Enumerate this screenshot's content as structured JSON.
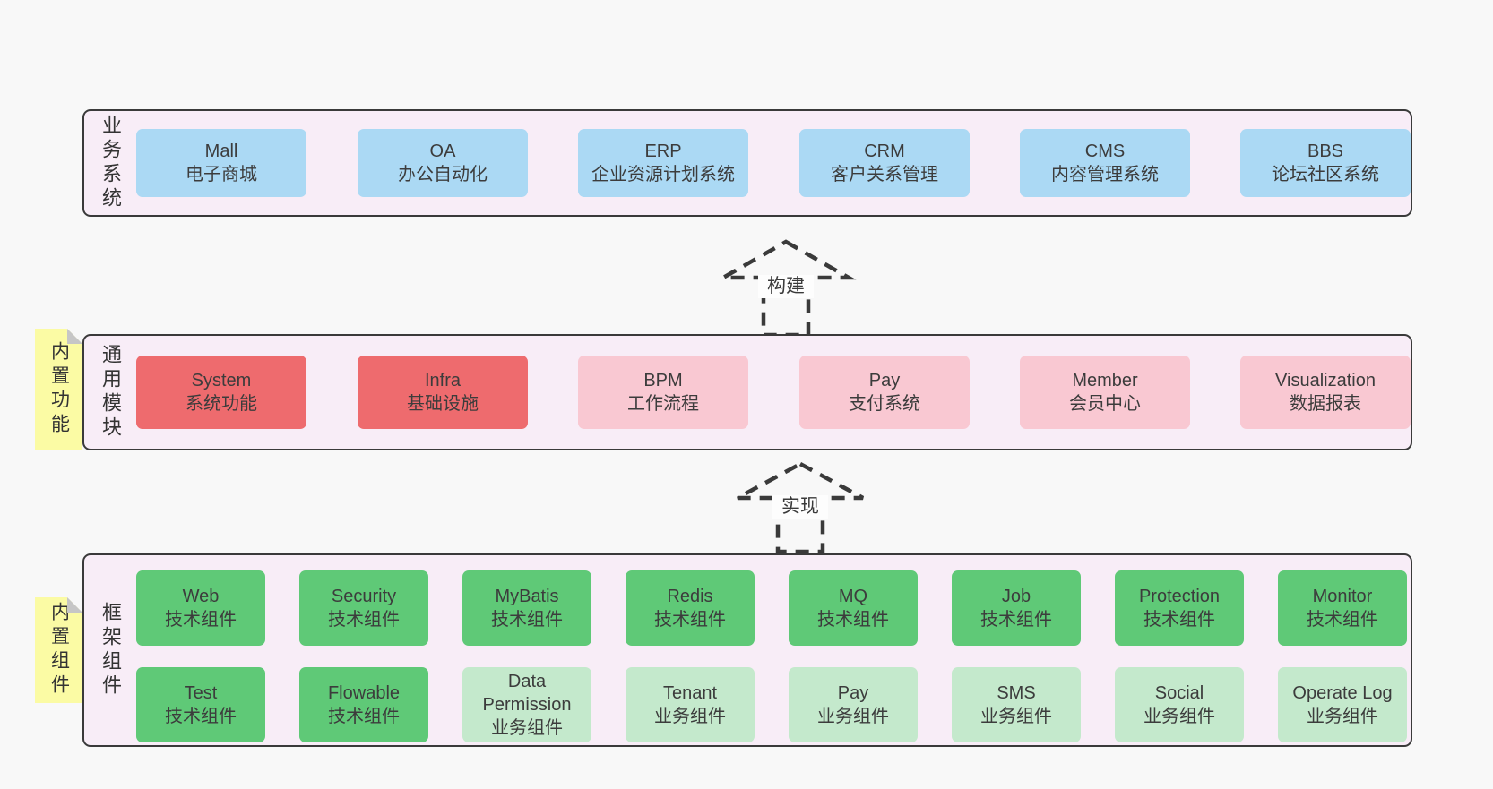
{
  "diagram": {
    "arrows": [
      {
        "label": "构建"
      },
      {
        "label": "实现"
      }
    ],
    "layers": {
      "business": {
        "side_label": "业务系统",
        "boxes": [
          {
            "en": "Mall",
            "cn": "电子商城"
          },
          {
            "en": "OA",
            "cn": "办公自动化"
          },
          {
            "en": "ERP",
            "cn": "企业资源计划系统"
          },
          {
            "en": "CRM",
            "cn": "客户关系管理"
          },
          {
            "en": "CMS",
            "cn": "内容管理系统"
          },
          {
            "en": "BBS",
            "cn": "论坛社区系统"
          }
        ]
      },
      "modules": {
        "side_label": "通用模块",
        "note_label": "内置功能",
        "boxes": [
          {
            "en": "System",
            "cn": "系统功能",
            "variant": "red"
          },
          {
            "en": "Infra",
            "cn": "基础设施",
            "variant": "red"
          },
          {
            "en": "BPM",
            "cn": "工作流程",
            "variant": "pink"
          },
          {
            "en": "Pay",
            "cn": "支付系统",
            "variant": "pink"
          },
          {
            "en": "Member",
            "cn": "会员中心",
            "variant": "pink"
          },
          {
            "en": "Visualization",
            "cn": "数据报表",
            "variant": "pink"
          }
        ]
      },
      "components": {
        "side_label": "框架组件",
        "note_label": "内置组件",
        "row1": [
          {
            "en": "Web",
            "cn": "技术组件",
            "variant": "green-dark"
          },
          {
            "en": "Security",
            "cn": "技术组件",
            "variant": "green-dark"
          },
          {
            "en": "MyBatis",
            "cn": "技术组件",
            "variant": "green-dark"
          },
          {
            "en": "Redis",
            "cn": "技术组件",
            "variant": "green-dark"
          },
          {
            "en": "MQ",
            "cn": "技术组件",
            "variant": "green-dark"
          },
          {
            "en": "Job",
            "cn": "技术组件",
            "variant": "green-dark"
          },
          {
            "en": "Protection",
            "cn": "技术组件",
            "variant": "green-dark"
          },
          {
            "en": "Monitor",
            "cn": "技术组件",
            "variant": "green-dark"
          }
        ],
        "row2": [
          {
            "en": "Test",
            "cn": "技术组件",
            "variant": "green-dark"
          },
          {
            "en": "Flowable",
            "cn": "技术组件",
            "variant": "green-dark"
          },
          {
            "en": "Data Permission",
            "cn": "业务组件",
            "variant": "green-light"
          },
          {
            "en": "Tenant",
            "cn": "业务组件",
            "variant": "green-light"
          },
          {
            "en": "Pay",
            "cn": "业务组件",
            "variant": "green-light"
          },
          {
            "en": "SMS",
            "cn": "业务组件",
            "variant": "green-light"
          },
          {
            "en": "Social",
            "cn": "业务组件",
            "variant": "green-light"
          },
          {
            "en": "Operate Log",
            "cn": "业务组件",
            "variant": "green-light"
          }
        ]
      }
    },
    "colors": {
      "page_bg": "#f8f8f8",
      "container_bg": "#f8edf7",
      "border": "#3a3a3a",
      "blue": "#abd9f4",
      "red": "#ee6b6e",
      "pink": "#f9c8d2",
      "green_dark": "#5fc977",
      "green_light": "#c4e9cc",
      "yellow_note": "#fbfba4"
    }
  }
}
